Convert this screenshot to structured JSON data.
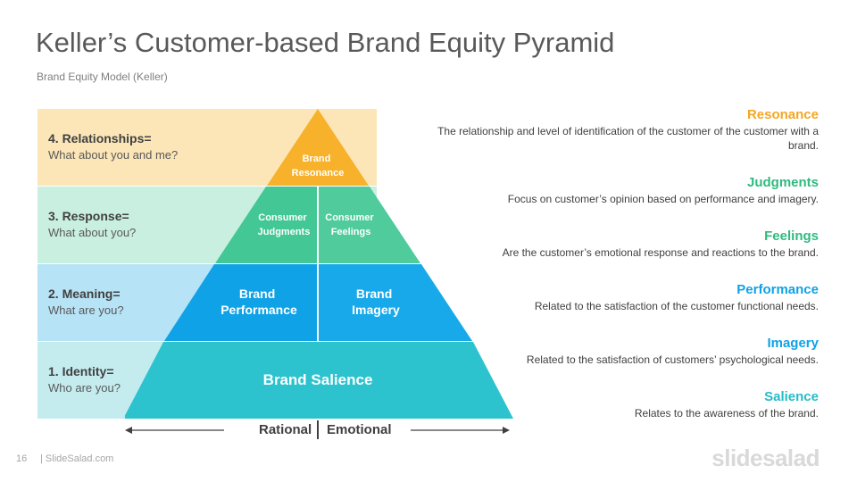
{
  "header": {
    "title": "Keller’s Customer-based Brand Equity Pyramid",
    "subtitle": "Brand  Equity Model  (Keller)"
  },
  "levels": [
    {
      "label": "4. Relationships=",
      "question": "What about you and me?",
      "color": "#fce6b8"
    },
    {
      "label": "3. Response=",
      "question": "What about you?",
      "color": "#c9efe0"
    },
    {
      "label": "2. Meaning=",
      "question": "What are you?",
      "color": "#b7e3f6"
    },
    {
      "label": "1. Identity=",
      "question": "Who are you?",
      "color": "#c4ecef"
    }
  ],
  "pyramid": {
    "resonance": {
      "lines": [
        "Brand",
        "Resonance"
      ],
      "color": "#f7b12b"
    },
    "judgments": {
      "lines": [
        "Consumer",
        "Judgments"
      ],
      "color": "#43c794"
    },
    "feelings": {
      "lines": [
        "Consumer",
        "Feelings"
      ],
      "color": "#4fcb9c"
    },
    "performance": {
      "lines": [
        "Brand",
        "Performance"
      ],
      "color": "#0fa2e6"
    },
    "imagery": {
      "lines": [
        "Brand",
        "Imagery"
      ],
      "color": "#17a9ea"
    },
    "salience": {
      "lines": [
        "Brand Salience"
      ],
      "color": "#2cc3cf"
    }
  },
  "axis": {
    "left": "Rational",
    "right": "Emotional"
  },
  "definitions": [
    {
      "heading": "Resonance",
      "color": "#f5a623",
      "text": "The relationship  and level of identification  of the customer of the customer with a brand."
    },
    {
      "heading": "Judgments",
      "color": "#2fba7f",
      "text": "Focus on customer’s opinion  based on performance  and imagery."
    },
    {
      "heading": "Feelings",
      "color": "#2fba7f",
      "text": "Are the customer’s emotional  response  and reactions  to the brand."
    },
    {
      "heading": "Performance",
      "color": "#0fa2e6",
      "text": "Related to the satisfaction  of the customer functional  needs."
    },
    {
      "heading": "Imagery",
      "color": "#0fa2e6",
      "text": "Related to the satisfaction  of customers’  psychological  needs."
    },
    {
      "heading": "Salience",
      "color": "#26bcc8",
      "text": "Relates to the awareness  of the brand."
    }
  ],
  "footer": {
    "page": "16",
    "source": "| SlideSalad.com",
    "logo": "slidesalad"
  }
}
